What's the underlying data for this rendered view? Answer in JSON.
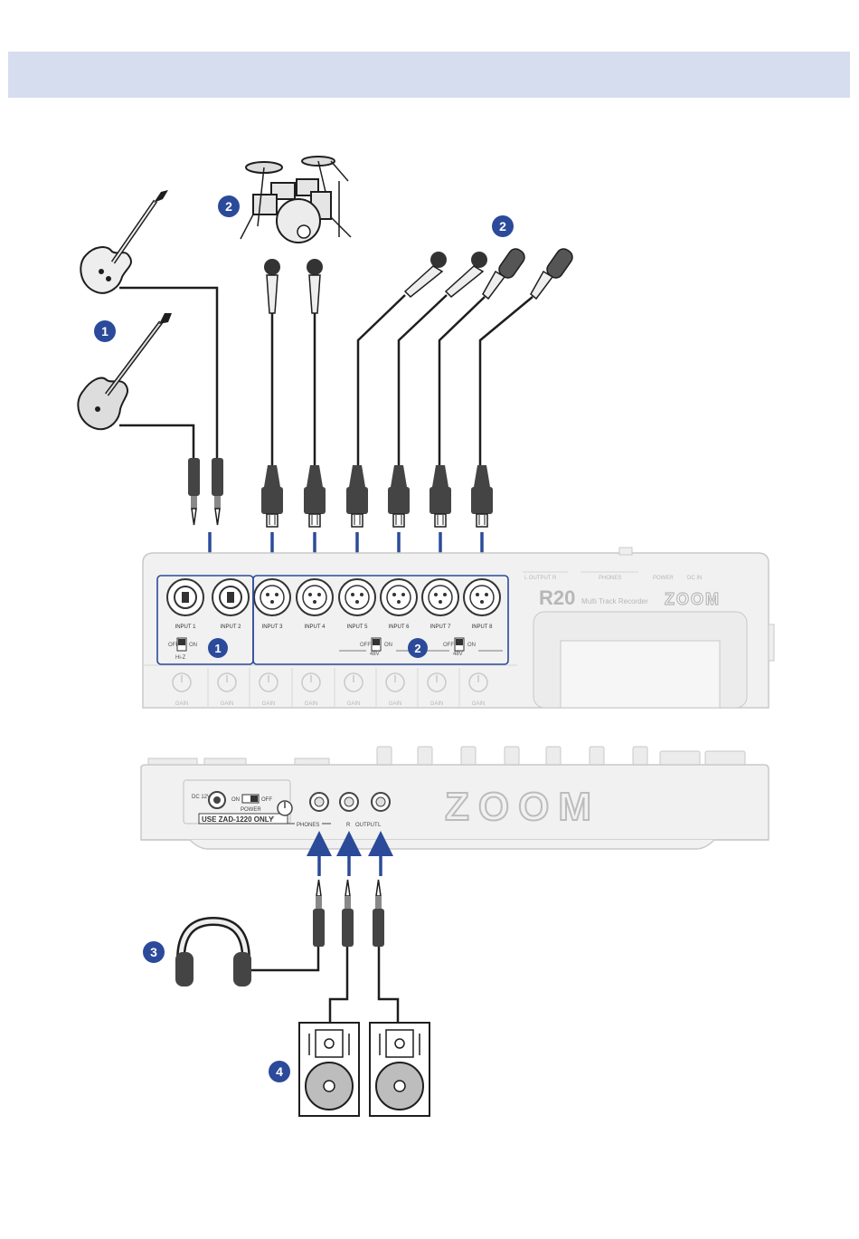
{
  "colors": {
    "header": "#d6ddef",
    "accent": "#2b4a9a",
    "device_fill": "#f1f1f1",
    "device_stroke": "#c9c9c9",
    "device_text": "#b7b7b7",
    "cable": "#1e1e1e",
    "connector": "#444444",
    "speaker_cone": "#bdbdbd"
  },
  "callouts": {
    "guitars": "1",
    "drums": "2",
    "condenser_mics": "2",
    "hi_z_panel": "1",
    "phantom_panel": "2",
    "headphones": "3",
    "speakers": "4"
  },
  "top_panel": {
    "inputs": [
      "INPUT 1",
      "INPUT 2",
      "INPUT 3",
      "INPUT 4",
      "INPUT 5",
      "INPUT 6",
      "INPUT 7",
      "INPUT 8"
    ],
    "hiz_off": "OFF",
    "hiz_on": "ON",
    "hiz_label": "Hi-Z",
    "p48_off": "OFF",
    "p48_on": "ON",
    "p48_label": "48V",
    "gain_label": "GAIN",
    "output_label": "L  OUTPUT  R",
    "phones_label": "PHONES",
    "power_label": "POWER",
    "dcin_label": "DC IN",
    "model": "R20",
    "model_sub": "Multi Track Recorder",
    "brand": "ZOOM"
  },
  "rear_panel": {
    "dc_label": "DC 12V",
    "power_on": "ON",
    "power_off": "OFF",
    "power_label": "POWER",
    "adapter_note": "USE ZAD-1220 ONLY",
    "phones_label": "PHONES",
    "output_r": "R",
    "output_label": "OUTPUT",
    "output_l": "L",
    "brand": "ZOOM"
  }
}
